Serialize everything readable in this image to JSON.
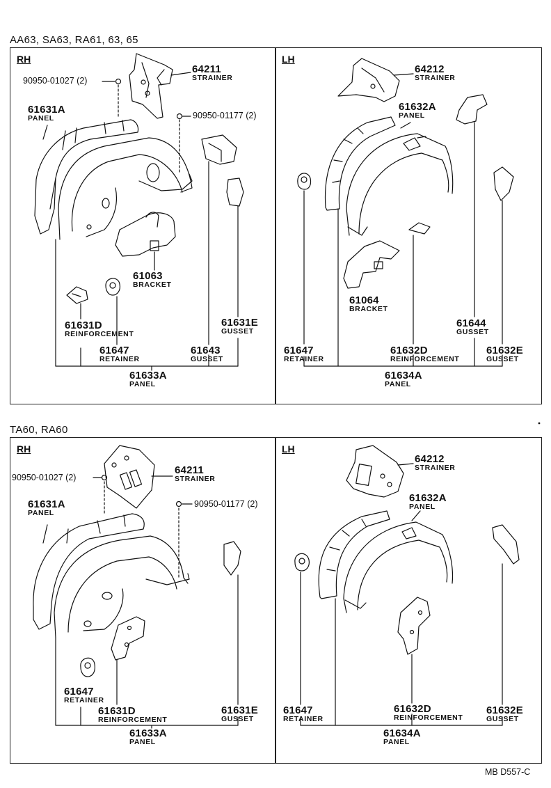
{
  "sections": [
    {
      "title": "AA63, SA63, RA61, 63, 65",
      "rh": {
        "side_label": "RH",
        "parts": [
          {
            "number": "64211",
            "name": "STRAINER"
          },
          {
            "number": "90950-01027 (2)",
            "name": ""
          },
          {
            "number": "90950-01177 (2)",
            "name": ""
          },
          {
            "number": "61631A",
            "name": "PANEL"
          },
          {
            "number": "61063",
            "name": "BRACKET"
          },
          {
            "number": "61631D",
            "name": "REINFORCEMENT"
          },
          {
            "number": "61631E",
            "name": "GUSSET"
          },
          {
            "number": "61647",
            "name": "RETAINER"
          },
          {
            "number": "61643",
            "name": "GUSSET"
          },
          {
            "number": "61633A",
            "name": "PANEL"
          }
        ]
      },
      "lh": {
        "side_label": "LH",
        "parts": [
          {
            "number": "64212",
            "name": "STRAINER"
          },
          {
            "number": "61632A",
            "name": "PANEL"
          },
          {
            "number": "61064",
            "name": "BRACKET"
          },
          {
            "number": "61644",
            "name": "GUSSET"
          },
          {
            "number": "61647",
            "name": "RETAINER"
          },
          {
            "number": "61632D",
            "name": "REINFORCEMENT"
          },
          {
            "number": "61632E",
            "name": "GUSSET"
          },
          {
            "number": "61634A",
            "name": "PANEL"
          }
        ]
      }
    },
    {
      "title": "TA60, RA60",
      "rh": {
        "side_label": "RH",
        "parts": [
          {
            "number": "64211",
            "name": "STRAINER"
          },
          {
            "number": "90950-01027 (2)",
            "name": ""
          },
          {
            "number": "90950-01177 (2)",
            "name": ""
          },
          {
            "number": "61631A",
            "name": "PANEL"
          },
          {
            "number": "61647",
            "name": "RETAINER"
          },
          {
            "number": "61631D",
            "name": "REINFORCEMENT"
          },
          {
            "number": "61631E",
            "name": "GUSSET"
          },
          {
            "number": "61633A",
            "name": "PANEL"
          }
        ]
      },
      "lh": {
        "side_label": "LH",
        "parts": [
          {
            "number": "64212",
            "name": "STRAINER"
          },
          {
            "number": "61632A",
            "name": "PANEL"
          },
          {
            "number": "61647",
            "name": "RETAINER"
          },
          {
            "number": "61632D",
            "name": "REINFORCEMENT"
          },
          {
            "number": "61632E",
            "name": "GUSSET"
          },
          {
            "number": "61634A",
            "name": "PANEL"
          }
        ]
      }
    }
  ],
  "footer": {
    "code": "MB  D557-C"
  }
}
